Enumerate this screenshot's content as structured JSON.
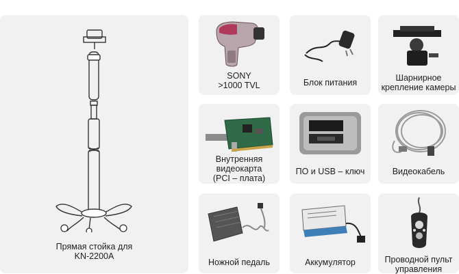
{
  "items": [
    {
      "caption": "Прямая стойка для\nKN-2200A",
      "icon": "stand-icon"
    },
    {
      "caption": "SONY\n>1000 TVL",
      "icon": "camera-icon"
    },
    {
      "caption": "Блок питания",
      "icon": "power-adapter-icon"
    },
    {
      "caption": "Шарнирное\nкрепление камеры",
      "icon": "ball-head-mount-icon"
    },
    {
      "caption": "Внутренняя\nвидеокарта\n(PCI – плата)",
      "icon": "pci-card-icon"
    },
    {
      "caption": "ПО и USB – ключ",
      "icon": "usb-key-tin-icon"
    },
    {
      "caption": "Видеокабель",
      "icon": "cable-coil-icon"
    },
    {
      "caption": "Ножной педаль",
      "icon": "foot-pedal-icon"
    },
    {
      "caption": "Аккумулятор",
      "icon": "battery-pack-icon"
    },
    {
      "caption": "Проводной пульт\nуправления",
      "icon": "wired-remote-icon"
    }
  ],
  "colors": {
    "card": "#f1f1f1",
    "text": "#1e1e1e",
    "camera_accent": "#b03a5b"
  }
}
